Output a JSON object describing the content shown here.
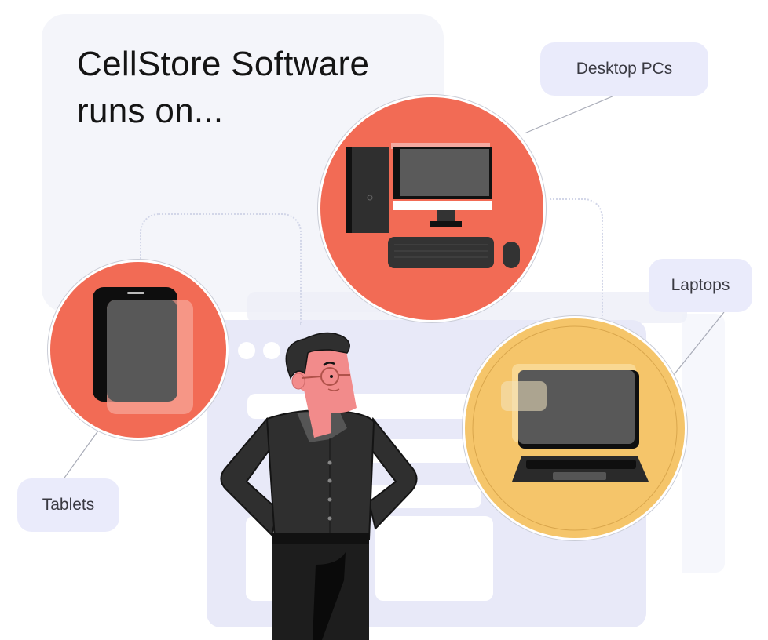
{
  "title": {
    "line1": "CellStore Software",
    "line2": "runs on..."
  },
  "devices": [
    {
      "label": "Desktop PCs",
      "icon": "desktop-pc-icon",
      "circle_color": "#f26b55"
    },
    {
      "label": "Laptops",
      "icon": "laptop-icon",
      "circle_color": "#f5c56a"
    },
    {
      "label": "Tablets",
      "icon": "tablet-icon",
      "circle_color": "#f26b55"
    }
  ],
  "colors": {
    "accent_red": "#f26b55",
    "accent_yellow": "#f5c56a",
    "label_bg": "#eaebfb",
    "panel_bg": "#f4f5fa",
    "device_dark": "#2f2f2f",
    "skin": "#f28b8b"
  }
}
